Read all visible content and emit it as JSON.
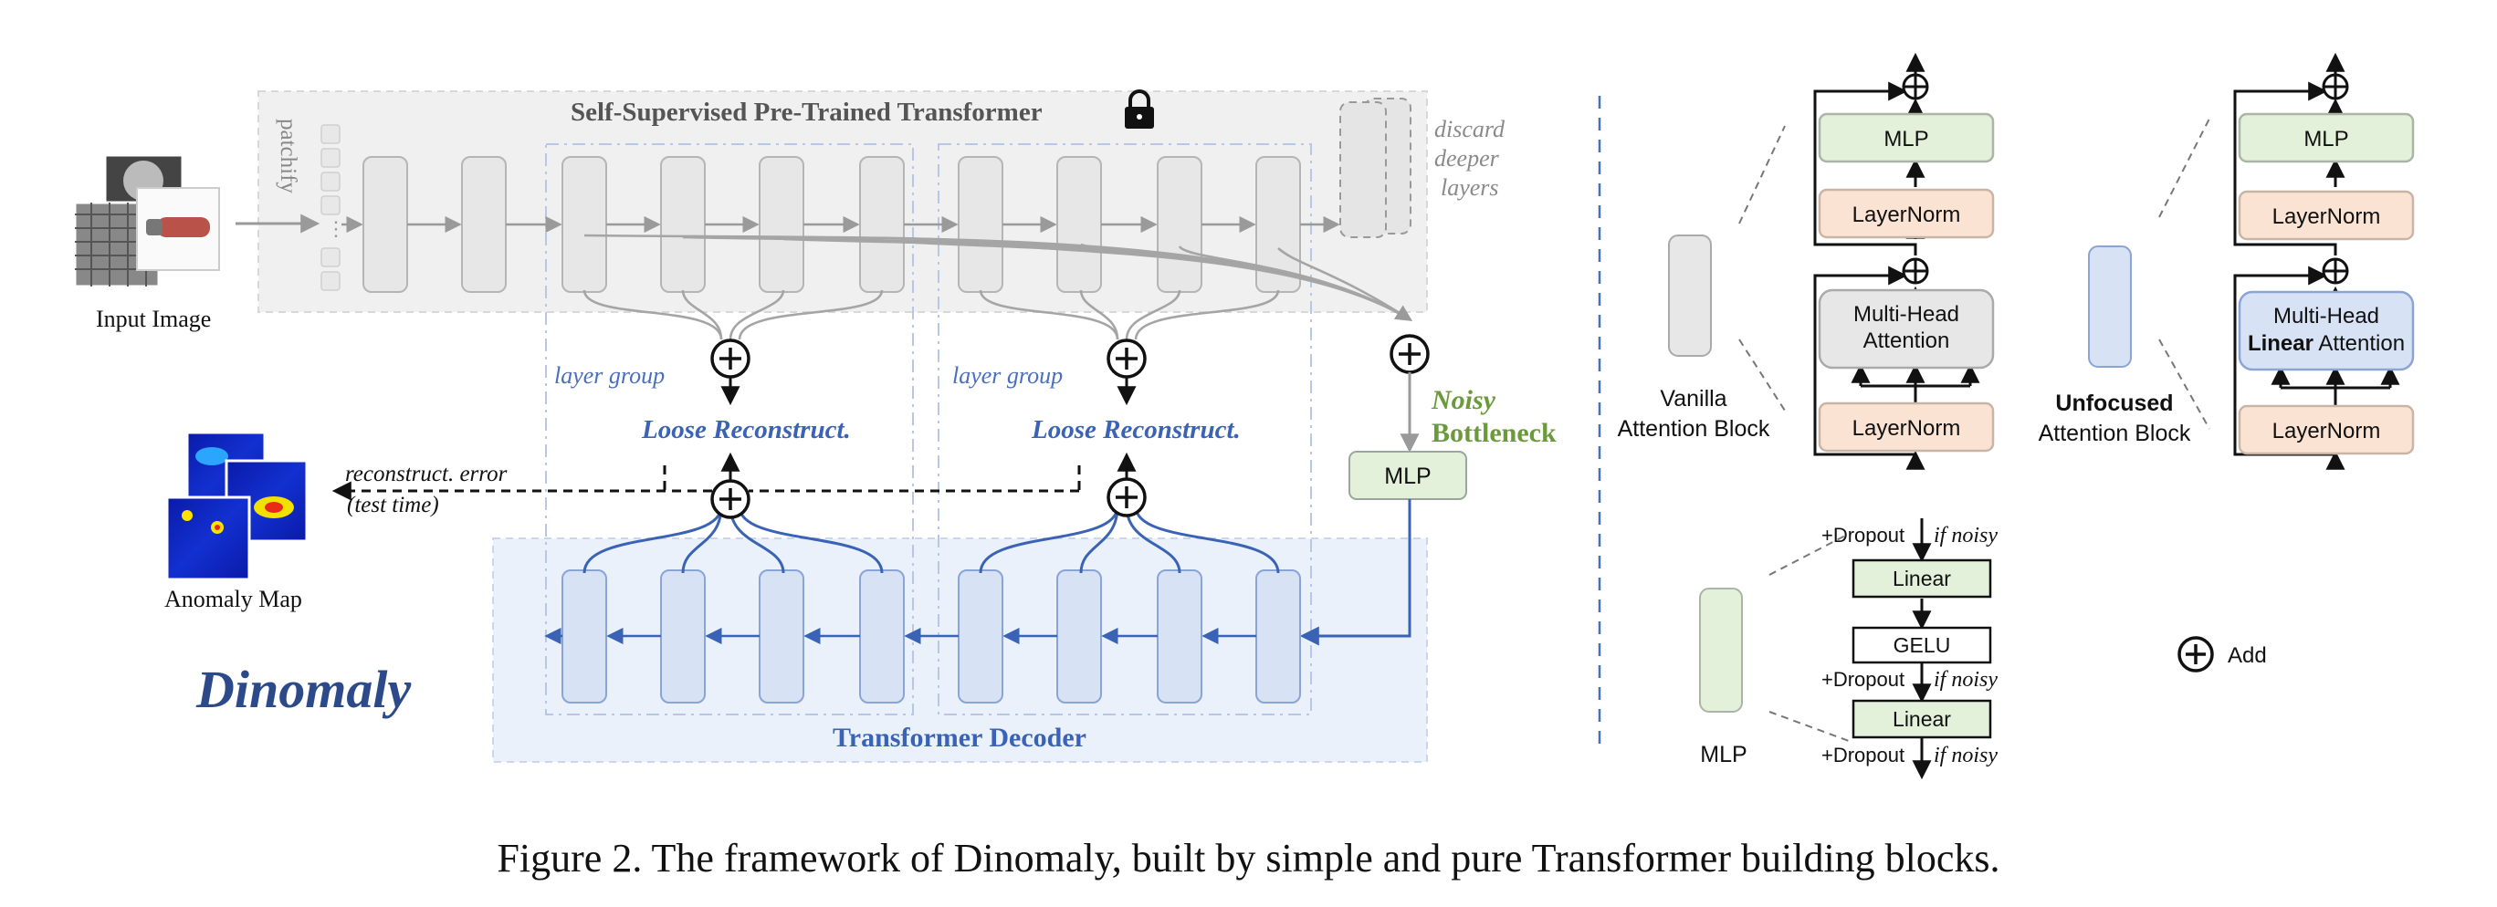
{
  "figure": {
    "caption": "Figure 2. The framework of Dinomaly, built by simple and pure Transformer building blocks."
  },
  "left_panel": {
    "encoder_title": "Self-Supervised Pre-Trained Transformer",
    "patchify_label": "patchify",
    "input_image_label": "Input Image",
    "discard_label_lines": [
      "discard",
      "deeper",
      "layers"
    ],
    "layer_group_label": "layer group",
    "loose_reconstruct_label": "Loose Reconstruct.",
    "noisy_label": "Noisy",
    "bottleneck_label": "Bottleneck",
    "bottleneck_mlp_label": "MLP",
    "reconstruct_error_label": "reconstruct. error",
    "test_time_label": "(test time)",
    "anomaly_map_label": "Anomaly Map",
    "logo_text": "Dinomaly",
    "decoder_title": "Transformer Decoder"
  },
  "right_panel": {
    "vanilla_block": {
      "title_line1": "Vanilla",
      "title_line2": "Attention Block",
      "mlp": "MLP",
      "layernorm_top": "LayerNorm",
      "attention_line1": "Multi-Head",
      "attention_line2": "Attention",
      "layernorm_bottom": "LayerNorm"
    },
    "unfocused_block": {
      "title_line1": "Unfocused",
      "title_line2": "Attention Block",
      "mlp": "MLP",
      "layernorm_top": "LayerNorm",
      "attention_line1": "Multi-Head",
      "attention_bold": "Linear",
      "attention_rest": " Attention",
      "layernorm_bottom": "LayerNorm"
    },
    "mlp_block": {
      "title": "MLP",
      "dropout_label": "+Dropout",
      "if_noisy_label": "if noisy",
      "linear_1": "Linear",
      "gelu": "GELU",
      "linear_2": "Linear"
    },
    "legend": {
      "add_label": "Add"
    }
  },
  "colors": {
    "encoder_bg": "#f0f0f0",
    "decoder_bg": "#eaf1fb",
    "decoder_blue": "#3a63b5",
    "block_gray": "#e7e7e7",
    "block_blue": "#d7e2f5",
    "mlp_green": "#e3f0da",
    "layernorm_peach": "#fbe3d3",
    "noisy_green": "#6a9a3a",
    "heatmap_blue": "#0a1aa8"
  }
}
